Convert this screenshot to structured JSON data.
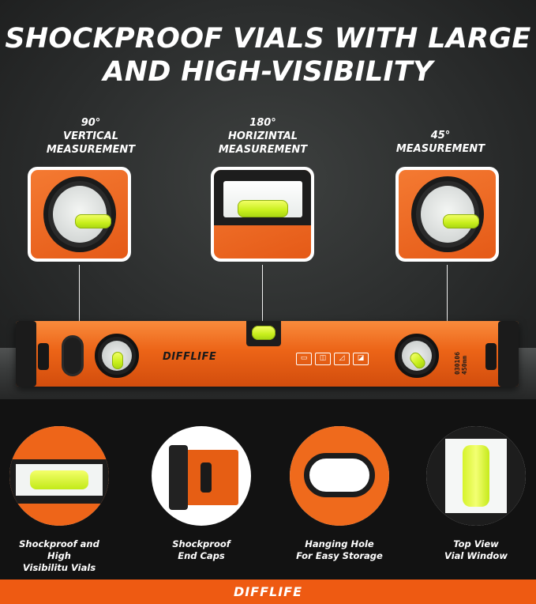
{
  "headline": "SHOCKPROOF VIALS WITH LARGE\nAND HIGH-VISIBILITY",
  "callouts": [
    {
      "caption": "90°\nVERTICAL\nMEASUREMENT"
    },
    {
      "caption": "180°\nHORIZINTAL\nMEASUREMENT"
    },
    {
      "caption": "45°\nMEASUREMENT"
    }
  ],
  "level": {
    "brand": "DIFFLIFE",
    "model_text": "030106\n450mm"
  },
  "features": [
    {
      "label": "Shockproof and High\nVisibilitu Vials"
    },
    {
      "label": "Shockproof\nEnd Caps"
    },
    {
      "label": "Hanging Hole\nFor Easy Storage"
    },
    {
      "label": "Top View\nVial Window"
    }
  ],
  "footer": {
    "brand": "DIFFLIFE"
  },
  "colors": {
    "accent": "#ee5a12",
    "vial": "#c8ef1c",
    "background": "#141414"
  }
}
